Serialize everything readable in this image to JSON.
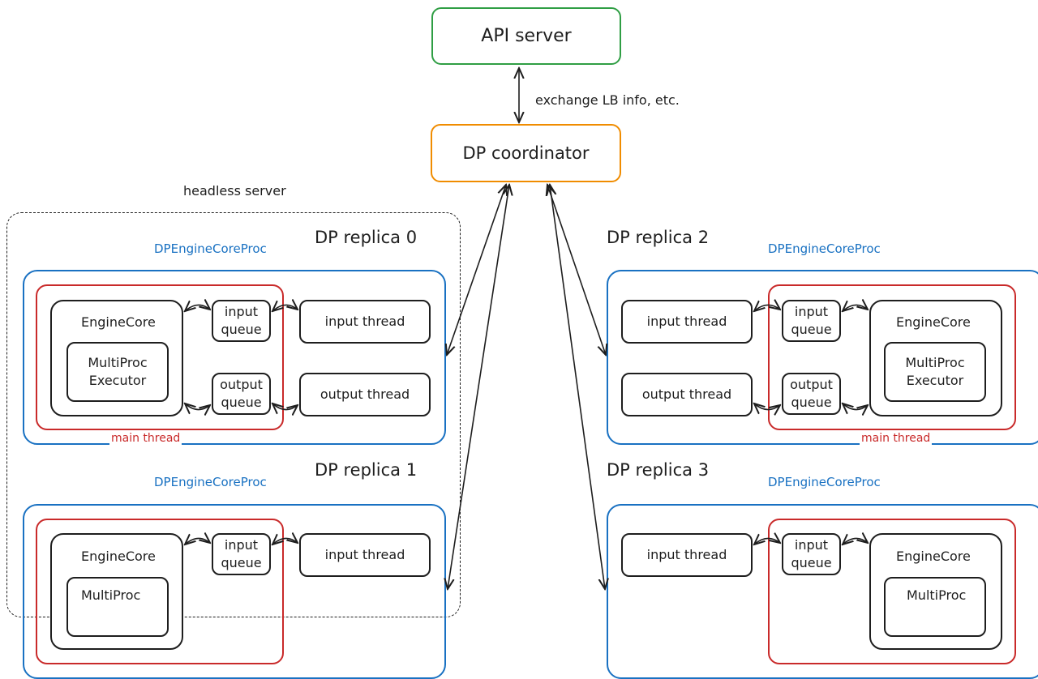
{
  "api_server": "API server",
  "dp_coordinator": "DP coordinator",
  "exchange_label": "exchange LB info, etc.",
  "headless_label": "headless server",
  "replicas": [
    {
      "title": "DP replica 0",
      "proc": "DPEngineCoreProc",
      "main_thread": "main thread",
      "engine_core": "EngineCore",
      "executor_l1": "MultiProc",
      "executor_l2": "Executor",
      "input_queue_l1": "input",
      "input_queue_l2": "queue",
      "output_queue_l1": "output",
      "output_queue_l2": "queue",
      "input_thread": "input thread",
      "output_thread": "output thread"
    },
    {
      "title": "DP replica 1",
      "proc": "DPEngineCoreProc",
      "engine_core": "EngineCore",
      "executor_l1": "MultiProc",
      "input_queue_l1": "input",
      "input_queue_l2": "queue",
      "input_thread": "input thread"
    },
    {
      "title": "DP replica 2",
      "proc": "DPEngineCoreProc",
      "main_thread": "main thread",
      "engine_core": "EngineCore",
      "executor_l1": "MultiProc",
      "executor_l2": "Executor",
      "input_queue_l1": "input",
      "input_queue_l2": "queue",
      "output_queue_l1": "output",
      "output_queue_l2": "queue",
      "input_thread": "input thread",
      "output_thread": "output thread"
    },
    {
      "title": "DP replica 3",
      "proc": "DPEngineCoreProc",
      "engine_core": "EngineCore",
      "executor_l1": "MultiProc",
      "input_queue_l1": "input",
      "input_queue_l2": "queue",
      "input_thread": "input thread"
    }
  ],
  "colors": {
    "api": "#2f9e44",
    "coordinator": "#f08c00",
    "proc": "#1971c2",
    "main_thread": "#c92a2a",
    "stroke": "#1e1e1e"
  }
}
